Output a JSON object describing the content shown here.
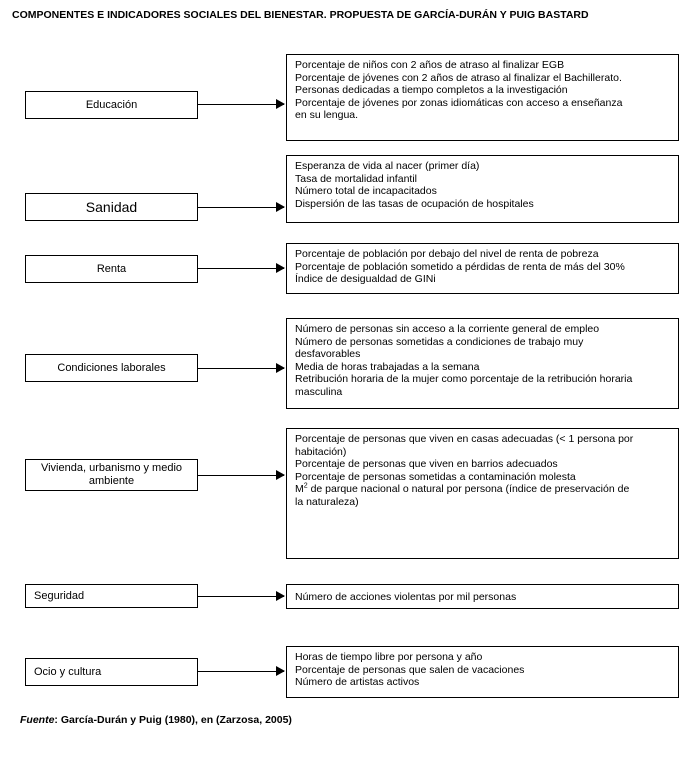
{
  "title": "COMPONENTES E INDICADORES SOCIALES DEL BIENESTAR. PROPUESTA DE  GARCÍA-DURÁN Y PUIG BASTARD",
  "rows": [
    {
      "category": "Educación",
      "indicators": [
        "Porcentaje de niños con 2 años de atraso al  finalizar EGB",
        "Porcentaje de jóvenes con 2 años de atraso al finalizar el Bachillerato.",
        "Personas dedicadas a tiempo completos a la investigación",
        "Porcentaje de jóvenes por zonas idiomáticas con acceso a enseñanza",
        "en su lengua."
      ]
    },
    {
      "category": "Sanidad",
      "indicators": [
        "Esperanza de vida al nacer (primer día)",
        "Tasa de mortalidad infantil",
        "Número total de incapacitados",
        "Dispersión de las tasas de ocupación de hospitales"
      ]
    },
    {
      "category": "Renta",
      "indicators": [
        "Porcentaje de población por debajo del nivel de renta de pobreza",
        "Porcentaje de población sometido a pérdidas de renta de más del 30%",
        " Índice de desigualdad de GINi"
      ]
    },
    {
      "category": "Condiciones laborales",
      "indicators": [
        "Número de personas sin acceso a la corriente general de empleo",
        "Número de personas sometidas a condiciones de trabajo muy",
        "desfavorables",
        "Media de horas trabajadas a la semana",
        "Retribución horaria de la mujer como porcentaje de la retribución horaria",
        "masculina"
      ]
    },
    {
      "category_lines": [
        "Vivienda, urbanismo y medio",
        "ambiente"
      ],
      "indicators": [
        "Porcentaje de personas que viven en casas adecuadas (< 1 persona por",
        "habitación)",
        "Porcentaje de personas que viven en barrios adecuados",
        "Porcentaje de personas sometidas a contaminación molesta",
        "2",
        " de parque nacional o natural por persona (índice de preservación de",
        "la naturaleza)"
      ],
      "m2_prefix": "M"
    },
    {
      "category": "Seguridad",
      "indicators": [
        "Número de acciones violentas por mil personas"
      ]
    },
    {
      "category": "Ocio y cultura",
      "indicators": [
        "Horas de tiempo libre por persona y año",
        "Porcentaje de personas que salen de vacaciones",
        "Número de artistas activos"
      ]
    }
  ],
  "source": {
    "label": "Fuente",
    "text": ": García-Durán y Puig (1980), en (Zarzosa, 2005)"
  }
}
